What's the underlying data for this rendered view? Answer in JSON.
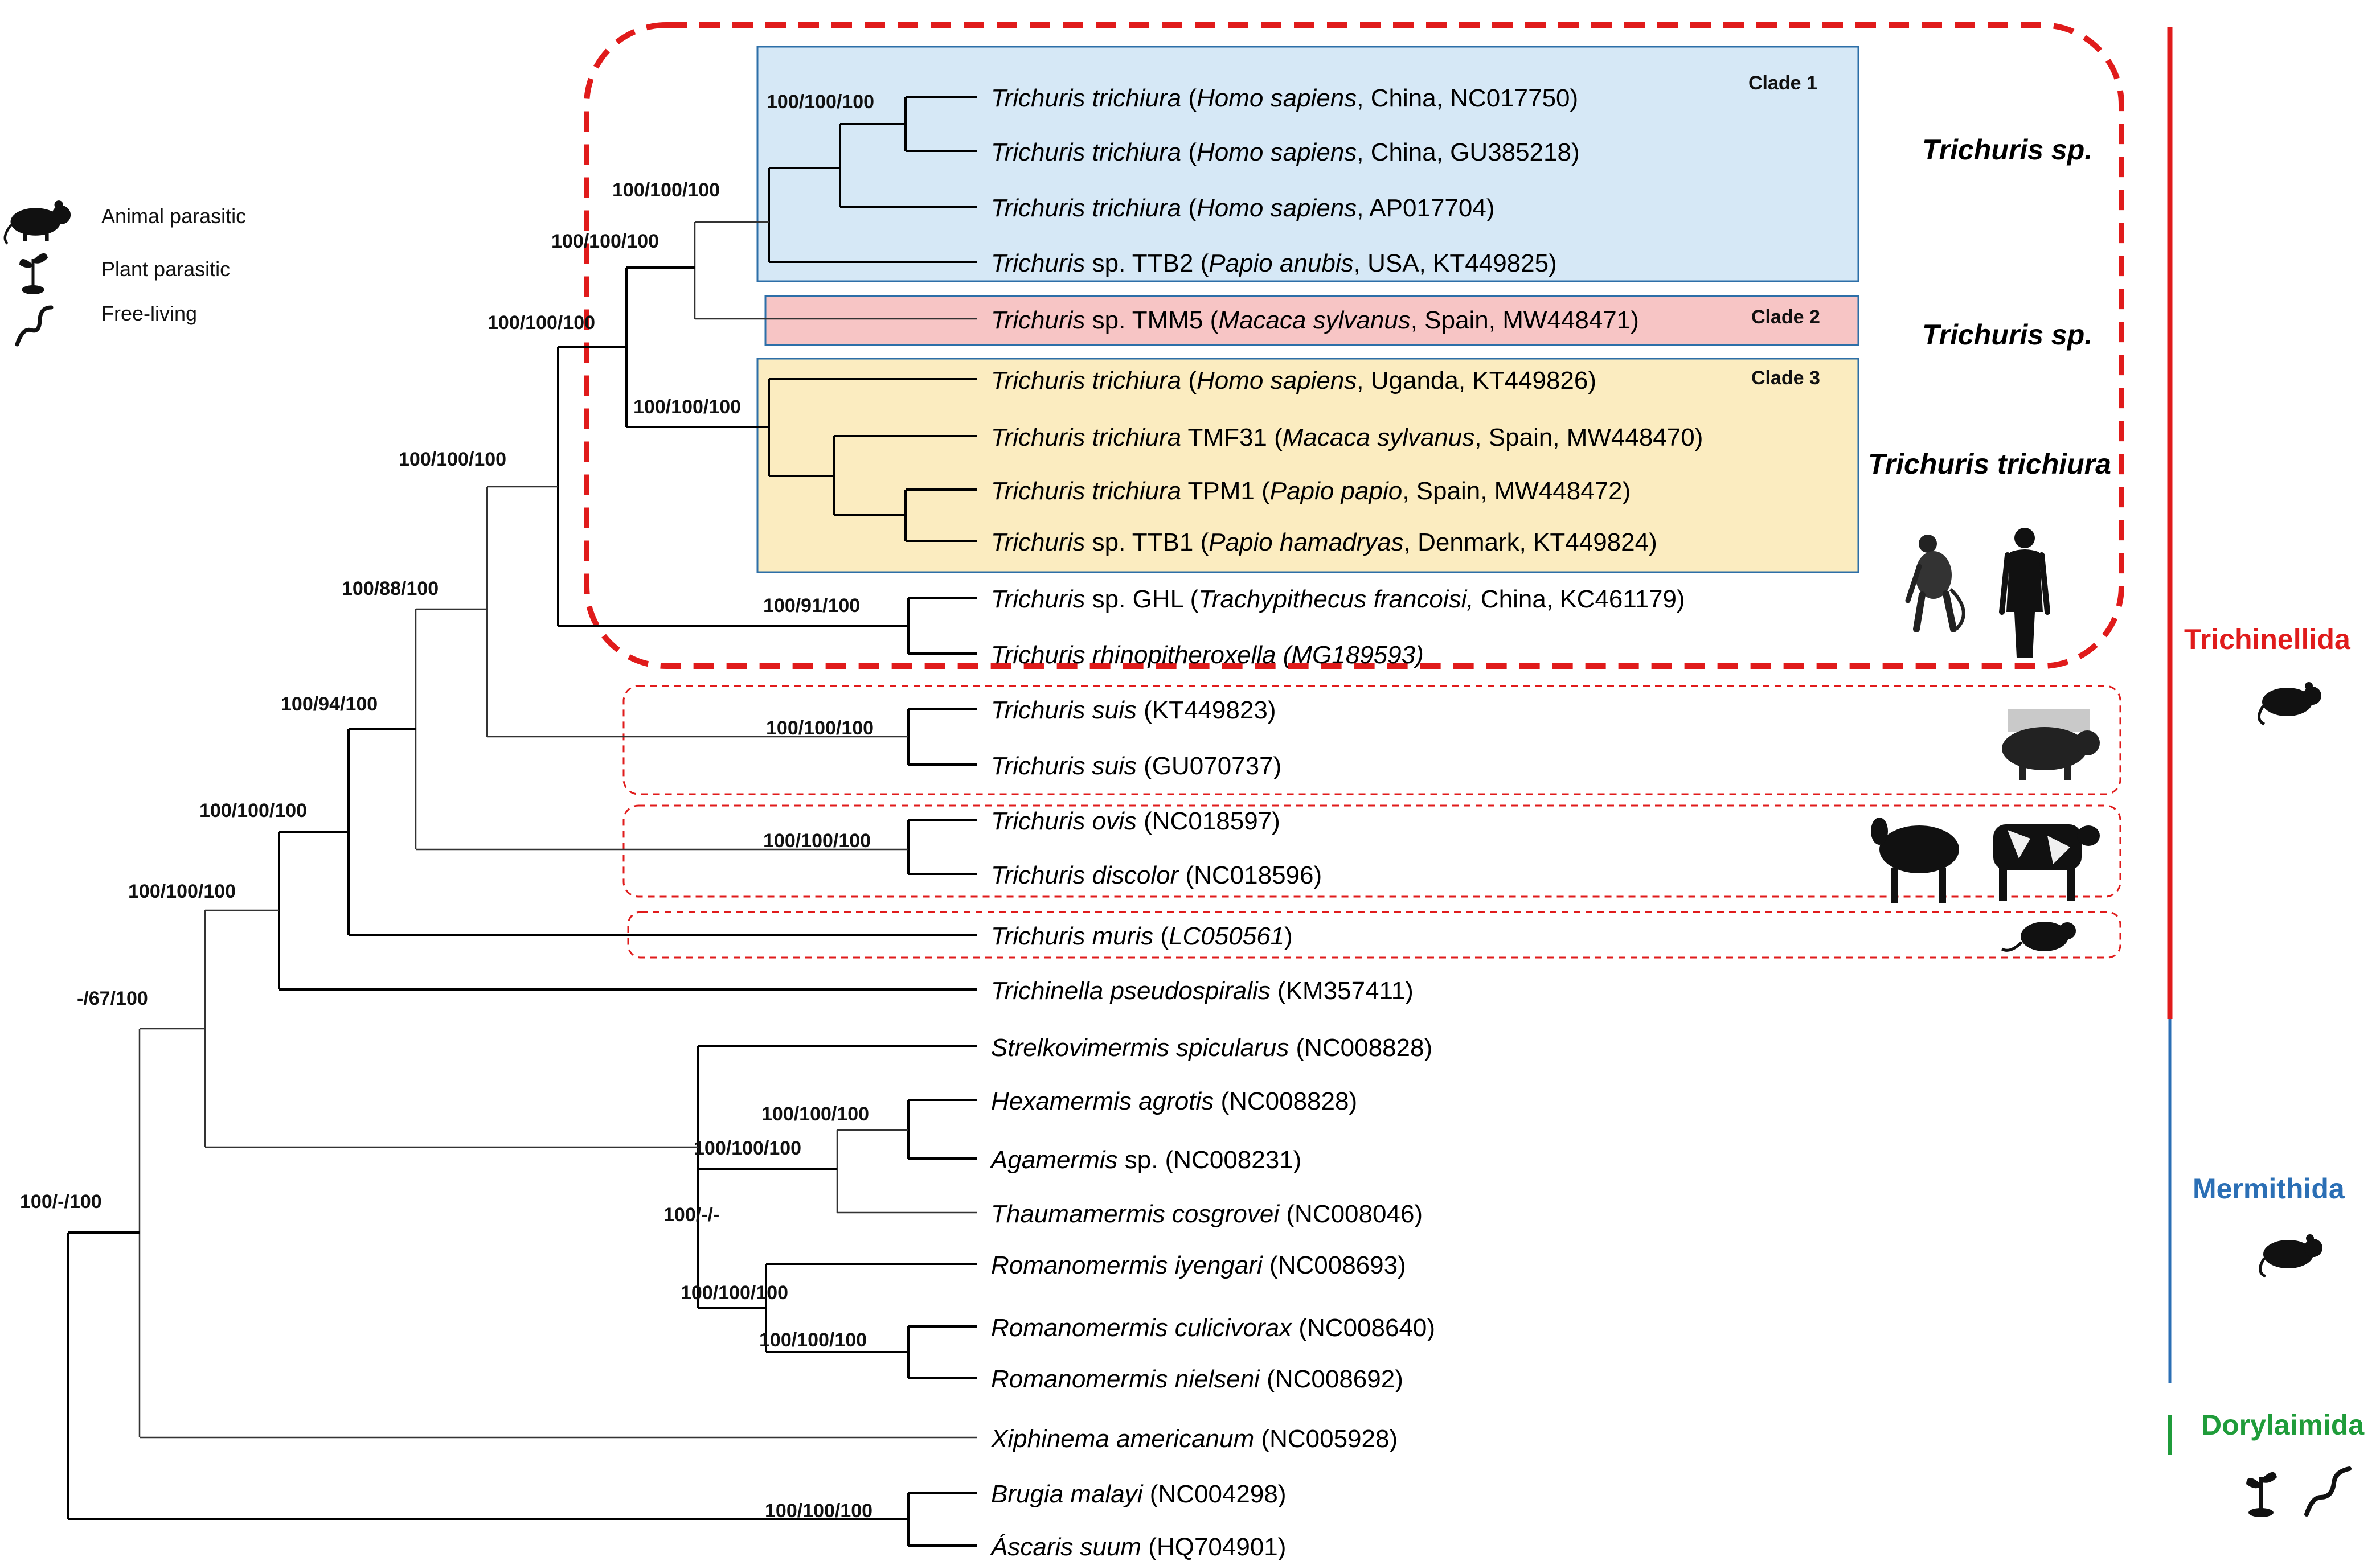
{
  "legend": {
    "items": [
      {
        "label": "Animal parasitic",
        "icon": "rat-icon"
      },
      {
        "label": "Plant parasitic",
        "icon": "plant-icon"
      },
      {
        "label": "Free-living",
        "icon": "worm-icon"
      }
    ]
  },
  "clades": {
    "clade1": "Clade 1",
    "clade2": "Clade 2",
    "clade3": "Clade 3",
    "clade1_color": "#d6e8f6",
    "clade2_color": "#f7c5c5",
    "clade3_color": "#fbecc0"
  },
  "groups": {
    "g1": "Trichuris sp.",
    "g2": "Trichuris sp.",
    "g3": "Trichuris trichiura"
  },
  "orders": [
    {
      "name": "Trichinellida",
      "color": "#e01b1b"
    },
    {
      "name": "Mermithida",
      "color": "#2b6fb5"
    },
    {
      "name": "Dorylaimida",
      "color": "#1f9c3a"
    }
  ],
  "taxa": [
    {
      "it": "Trichuris trichiura",
      "pre": " (",
      "host": "Homo sapiens",
      "post": ", China, NC017750)"
    },
    {
      "it": "Trichuris trichiura",
      "pre": " (",
      "host": "Homo sapiens",
      "post": ", China, GU385218)"
    },
    {
      "it": "Trichuris trichiura",
      "pre": " (",
      "host": "Homo sapiens",
      "post": ", AP017704)"
    },
    {
      "it": "Trichuris",
      "pre": " sp.  TTB2 (",
      "host": "Papio anubis",
      "post": ", USA, KT449825)"
    },
    {
      "it": "Trichuris",
      "pre": " sp. TMM5 (",
      "host": "Macaca sylvanus",
      "post": ", Spain, MW448471)"
    },
    {
      "it": "Trichuris trichiura",
      "pre": " (",
      "host": "Homo sapiens",
      "post": ", Uganda, KT449826)"
    },
    {
      "it": "Trichuris trichiura",
      "pre": " TMF31 (",
      "host": "Macaca sylvanus",
      "post": ", Spain, MW448470)"
    },
    {
      "it": "Trichuris trichiura",
      "pre": " TPM1 (",
      "host": "Papio papio",
      "post": ", Spain, MW448472)"
    },
    {
      "it": "Trichuris",
      "pre": " sp. TTB1 (",
      "host": "Papio hamadryas",
      "post": ", Denmark, KT449824)"
    },
    {
      "it": "Trichuris",
      "pre": " sp. GHL (",
      "host": "Trachypithecus francoisi,",
      "post": " China, KC461179)"
    },
    {
      "it": "Trichuris rhinopitheroxella (MG189593)",
      "pre": "",
      "host": "",
      "post": ""
    },
    {
      "it": "Trichuris suis",
      "pre": " (KT449823)",
      "host": "",
      "post": ""
    },
    {
      "it": "Trichuris suis",
      "pre": " (GU070737)",
      "host": "",
      "post": ""
    },
    {
      "it": "Trichuris ovis",
      "pre": " (NC018597)",
      "host": "",
      "post": ""
    },
    {
      "it": "Trichuris discolor",
      "pre": " (NC018596)",
      "host": "",
      "post": ""
    },
    {
      "it": "Trichuris muris",
      "pre": " (",
      "host": "LC050561",
      "post": ")"
    },
    {
      "it": "Trichinella pseudospiralis",
      "pre": " (KM357411)",
      "host": "",
      "post": ""
    },
    {
      "it": "Strelkovimermis spicularus",
      "pre": " (NC008828)",
      "host": "",
      "post": ""
    },
    {
      "it": "Hexamermis agrotis",
      "pre": " (NC008828)",
      "host": "",
      "post": ""
    },
    {
      "it": "Agamermis",
      "pre": " sp. (NC008231)",
      "host": "",
      "post": ""
    },
    {
      "it": "Thaumamermis cosgrovei",
      "pre": " (NC008046)",
      "host": "",
      "post": ""
    },
    {
      "it": "Romanomermis iyengari",
      "pre": " (NC008693)",
      "host": "",
      "post": ""
    },
    {
      "it": "Romanomermis culicivorax",
      "pre": " (NC008640)",
      "host": "",
      "post": ""
    },
    {
      "it": "Romanomermis nielseni",
      "pre": " (NC008692)",
      "host": "",
      "post": ""
    },
    {
      "it": "Xiphinema americanum",
      "pre": " (NC005928)",
      "host": "",
      "post": ""
    },
    {
      "it": "Brugia malayi",
      "pre": " (NC004298)",
      "host": "",
      "post": ""
    },
    {
      "it": "Áscaris suum",
      "pre": " (HQ704901)",
      "host": "",
      "post": ""
    }
  ],
  "support": [
    "100/100/100",
    "100/100/100",
    "100/100/100",
    "100/100/100",
    "100/100/100",
    "100/100/100",
    "100/88/100",
    "100/94/100",
    "100/91/100",
    "100/100/100",
    "100/100/100",
    "100/100/100",
    "100/100/100",
    "-/67/100",
    "100/100/100",
    "100/100/100",
    "100/-/-",
    "100/100/100",
    "100/100/100",
    "100/-/100",
    "100/100/100"
  ]
}
